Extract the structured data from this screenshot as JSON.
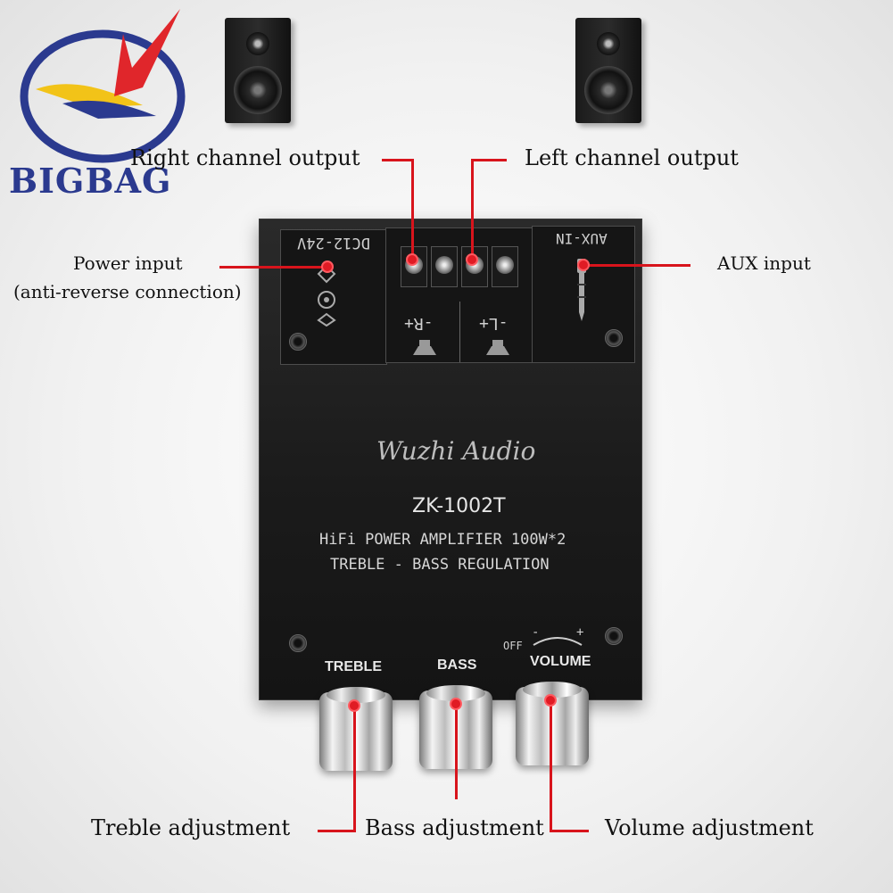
{
  "logo": {
    "text": "BIGBAG",
    "icon": "bigbag-logo-icon"
  },
  "callouts": {
    "right_channel": "Right channel output",
    "left_channel": "Left channel output",
    "power_input": "Power input",
    "power_input_note": "(anti-reverse connection)",
    "aux_input": "AUX input",
    "treble_adj": "Treble adjustment",
    "bass_adj": "Bass adjustment",
    "volume_adj": "Volume adjustment"
  },
  "board": {
    "power_label": "DC12-24V",
    "aux_label": "AUX-IN",
    "right_terminal": "-R+",
    "left_terminal": "-L+",
    "brand": "Wuzhi Audio",
    "model": "ZK-1002T",
    "desc_line1": "HiFi POWER AMPLIFIER 100W*2",
    "desc_line2": "TREBLE - BASS  REGULATION",
    "knob_treble": "TREBLE",
    "knob_bass": "BASS",
    "knob_volume": "VOLUME",
    "off_label": "OFF",
    "minus_label": "-",
    "plus_label": "+"
  },
  "colors": {
    "accent": "#d8141c",
    "board": "#1b1b1b",
    "logo_blue": "#2b3a8f",
    "logo_red": "#e0262b",
    "logo_yellow": "#f2c318"
  }
}
